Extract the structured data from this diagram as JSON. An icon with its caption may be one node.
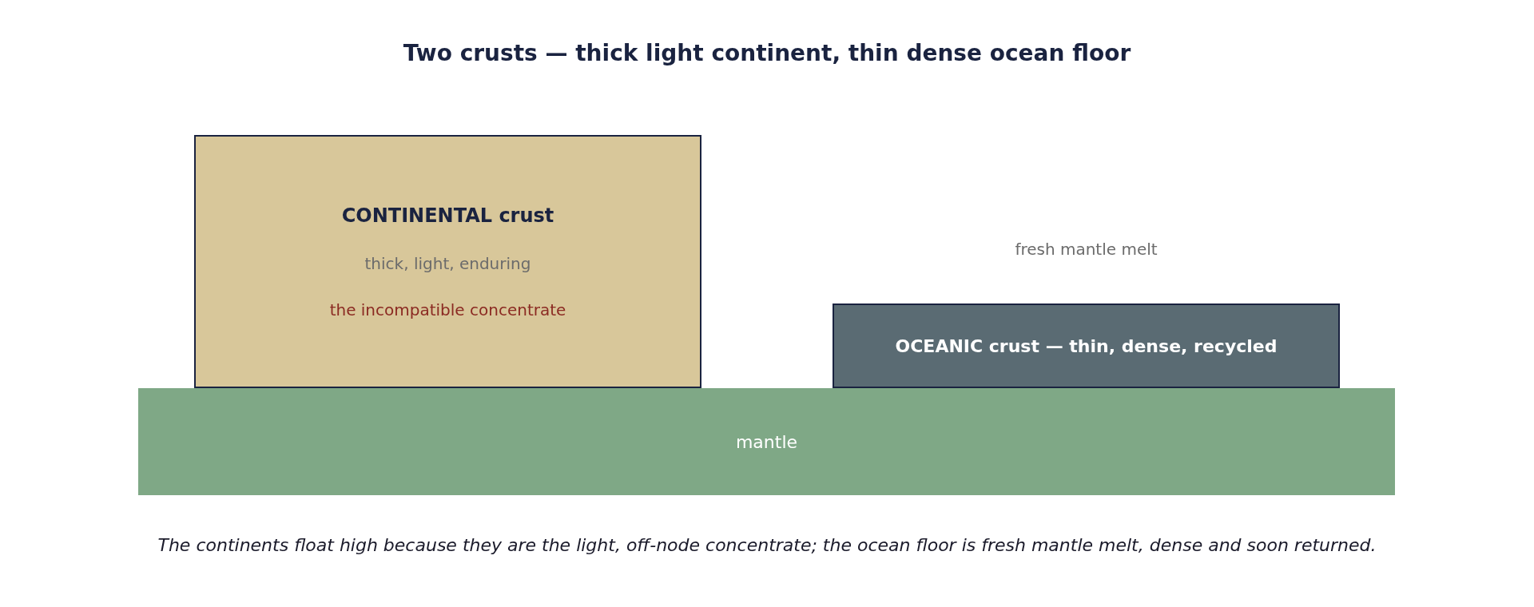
{
  "diagram": {
    "title": "Two crusts — thick light continent, thin dense ocean floor",
    "caption": "The continents float high because they are the light, off-node concentrate; the ocean floor is fresh mantle melt, dense and soon returned.",
    "nodes": [
      {
        "text": [
          "CONTINENTAL crust",
          "thick, light, enduring",
          "the incompatible concentrate"
        ]
      },
      {
        "text": [
          "OCEANIC crust — thin, dense, recycled"
        ],
        "beside": [
          "fresh mantle melt"
        ]
      },
      {
        "text": [
          "mantle"
        ]
      }
    ],
    "edges": []
  }
}
